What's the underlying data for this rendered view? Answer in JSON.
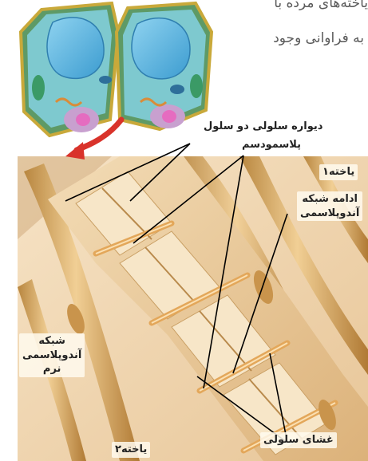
{
  "page_text": {
    "line1": "یاخته‌های مرده با",
    "line2": "به فراوانی وجود"
  },
  "labels": {
    "cell_wall": "دیواره سلولی دو سلول",
    "plasmodesma": "پلاسمودسم",
    "cell1": "یاخته۱",
    "er_continuation_1": "ادامه شبکه",
    "er_continuation_2": "آندوپلاسمی",
    "smooth_er_1": "شبکه",
    "smooth_er_2": "آندوپلاسمی",
    "smooth_er_3": "نرم",
    "cell2": "یاخته۲",
    "cell_membrane": "غشای سلولی"
  },
  "colors": {
    "pointer_arrow": "#d9332b",
    "cell_cytoplasm": "#7ec9cf",
    "cell_outline": "#c9a93a",
    "nucleus": "#5fb3d6",
    "wall_tan": "#e7c99c"
  }
}
